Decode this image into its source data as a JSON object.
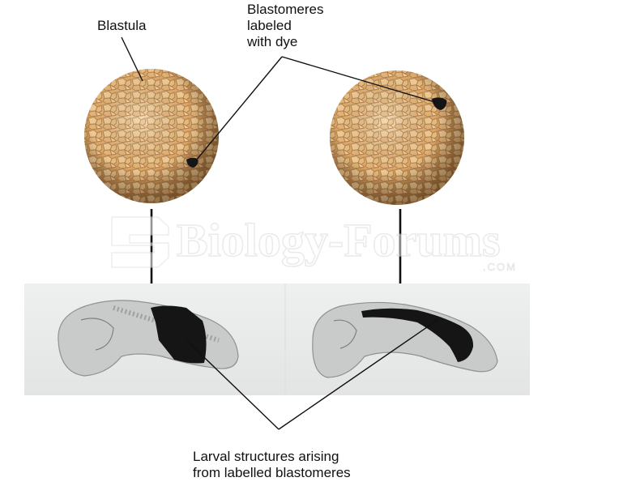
{
  "labels": {
    "blastula": "Blastula",
    "blastomeres": [
      "Blastomeres",
      "labeled",
      "with dye"
    ],
    "larval": [
      "Larval structures arising",
      "from labelled blastomeres"
    ]
  },
  "watermark": {
    "text": "Biology-Forums",
    "suffix": ".COM"
  },
  "colors": {
    "cell_fill": "#e2b078",
    "cell_edge": "#c08850",
    "dye": "#151515",
    "photo_bg": "#e9ebea",
    "larva_body": "#c7c9c8",
    "arrow": "#111111"
  }
}
